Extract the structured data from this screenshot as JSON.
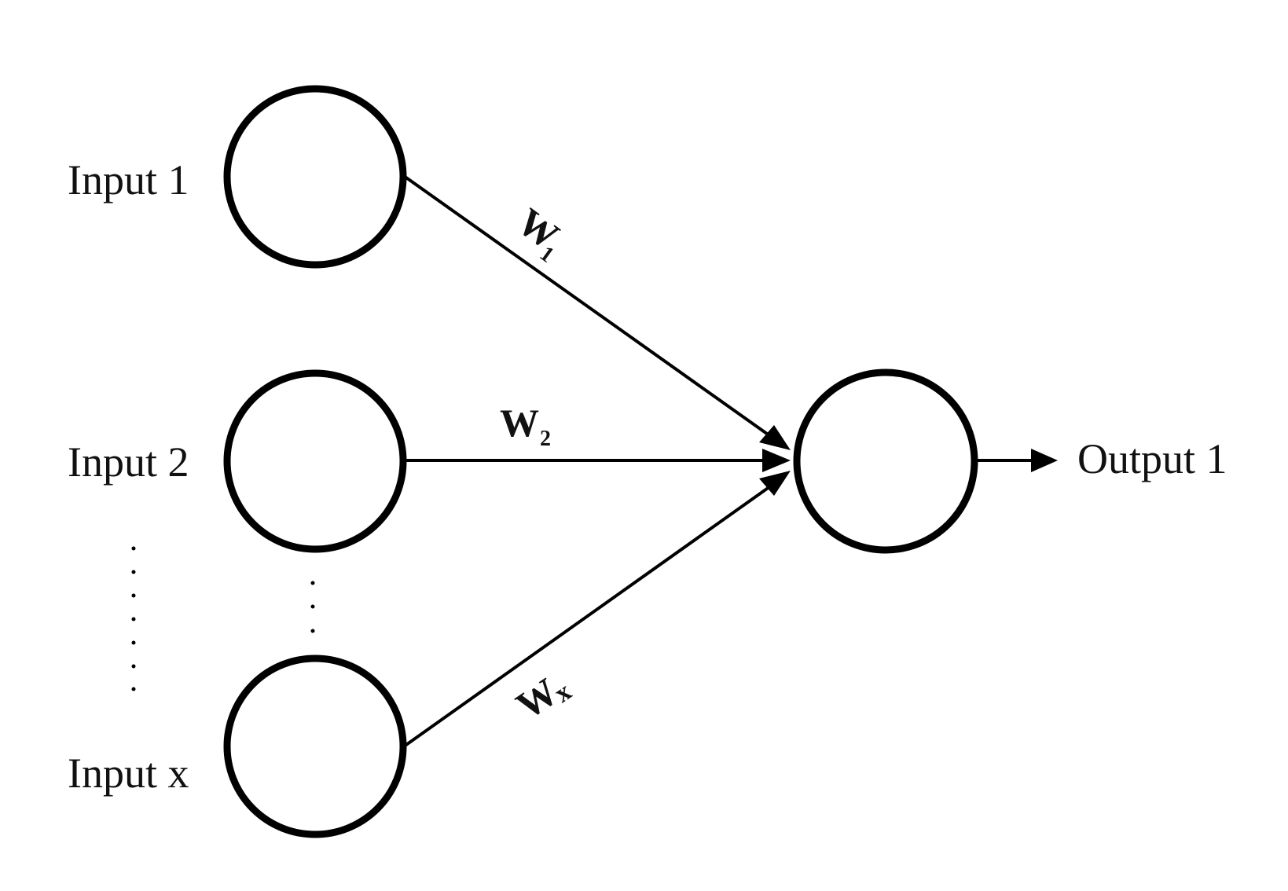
{
  "diagram": {
    "inputs": [
      {
        "label": "Input 1",
        "weight_main": "W",
        "weight_sub": "1"
      },
      {
        "label": "Input 2",
        "weight_main": "W",
        "weight_sub": "2"
      },
      {
        "label": "Input x",
        "weight_main": "W",
        "weight_sub": "x"
      }
    ],
    "output": {
      "label": "Output 1"
    },
    "colors": {
      "stroke": "#000000",
      "text": "#111111",
      "background": "#ffffff"
    }
  }
}
